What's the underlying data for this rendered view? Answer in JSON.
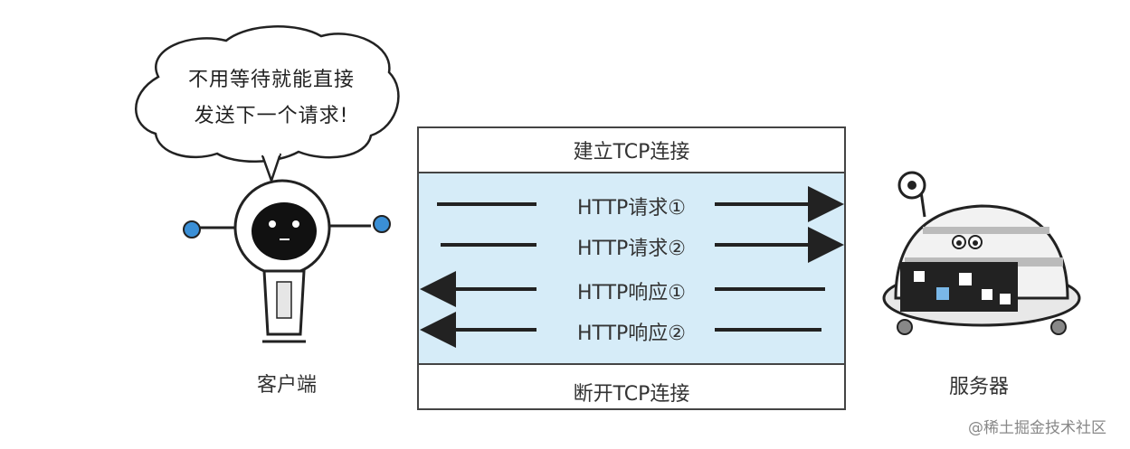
{
  "bubble": {
    "line1": "不用等待就能直接",
    "line2": "发送下一个请求!"
  },
  "diagram": {
    "open_connection": "建立TCP连接",
    "close_connection": "断开TCP连接",
    "rows": [
      {
        "label": "HTTP请求①",
        "direction": "right"
      },
      {
        "label": "HTTP请求②",
        "direction": "right"
      },
      {
        "label": "HTTP响应①",
        "direction": "left"
      },
      {
        "label": "HTTP响应②",
        "direction": "left"
      }
    ]
  },
  "client_label": "客户端",
  "server_label": "服务器",
  "watermark": "@稀土掘金技术社区",
  "colors": {
    "band": "#d6ecf8",
    "client_accent": "#3a8fd6",
    "arrow": "#222222"
  }
}
